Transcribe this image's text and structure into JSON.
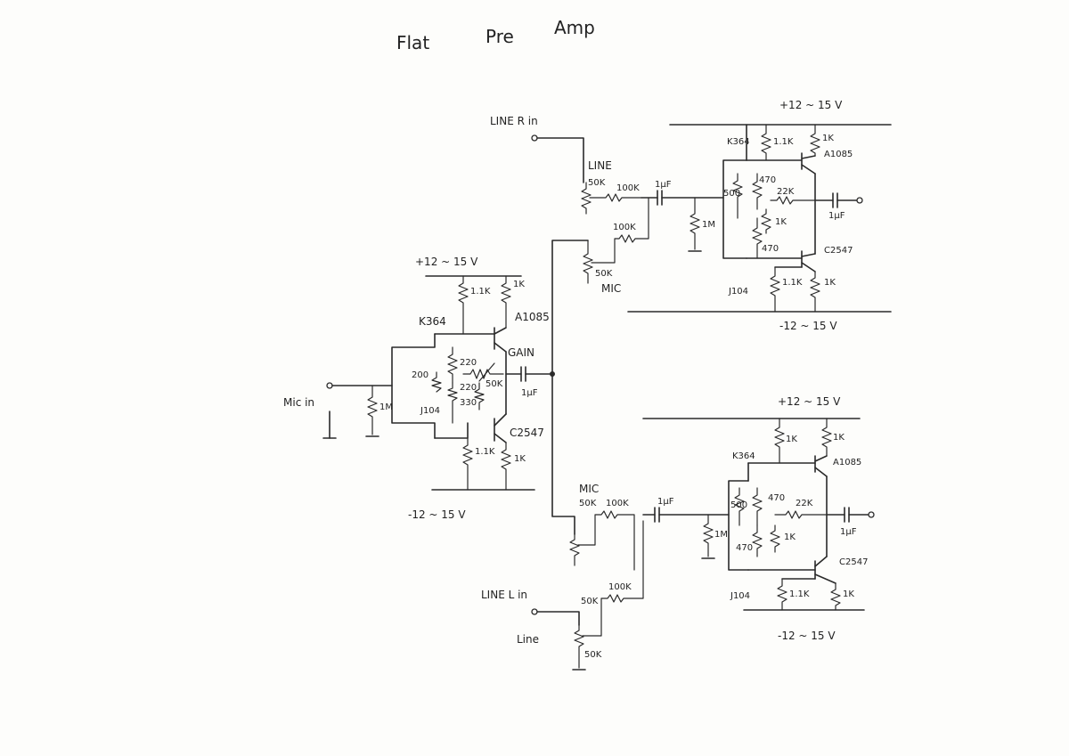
{
  "title": {
    "word1": "Flat",
    "word2": "Pre",
    "word3": "Amp"
  },
  "inputs": {
    "line_r": "LINE R in",
    "line_l": "LINE L in",
    "mic": "Mic in",
    "line_sel": "LINE",
    "mic_sel": "MIC",
    "mic_sel_lower": "MIC",
    "line_sel_lower": "Line"
  },
  "mic_amp": {
    "supply_pos": "+12 ~ 15 V",
    "supply_neg": "-12 ~ 15 V",
    "r_input": "1M",
    "jfet": "J104",
    "jfet_pair": "K364",
    "pnp": "A1085",
    "npn": "C2547",
    "r_top_left": "1.1K",
    "r_top_right": "1K",
    "r_bot_left": "1.1K",
    "r_bot_right": "1K",
    "r_200": "200",
    "r_220a": "220",
    "r_220b": "220",
    "r_330": "330",
    "gain_pot": "50K",
    "gain_label": "GAIN",
    "cap_out": "1μF"
  },
  "upper_amp": {
    "supply_pos": "+12 ~ 15 V",
    "supply_neg": "-12 ~ 15 V",
    "pot_line": "50K",
    "pot_mic": "50K",
    "r_mix_a": "100K",
    "r_mix_b": "100K",
    "cap_in": "1μF",
    "r_input": "1M",
    "jfet_pair": "K364",
    "jfet": "J104",
    "pnp": "A1085",
    "npn": "C2547",
    "r_top_left": "1.1K",
    "r_top_right": "1K",
    "r_bot_left": "1.1K",
    "r_bot_right": "1K",
    "r_500": "500",
    "r_470a": "470",
    "r_470b": "470",
    "r_22k": "22K",
    "r_1k": "1K",
    "cap_out": "1μF"
  },
  "lower_amp": {
    "supply_pos": "+12 ~ 15 V",
    "supply_neg": "-12 ~ 15 V",
    "pot_mic": "50K",
    "pot_line": "50K",
    "pot_line2": "50K",
    "r_mix_a": "100K",
    "r_mix_b": "100K",
    "cap_in": "1μF",
    "r_input": "1M",
    "jfet_pair": "K364",
    "jfet": "J104",
    "pnp": "A1085",
    "npn": "C2547",
    "r_top_left": "1K",
    "r_top_right": "1K",
    "r_bot_left": "1.1K",
    "r_bot_right": "1K",
    "r_500": "500",
    "r_470a": "470",
    "r_470b": "470",
    "r_22k": "22K",
    "r_1k": "1K",
    "cap_out": "1μF"
  }
}
